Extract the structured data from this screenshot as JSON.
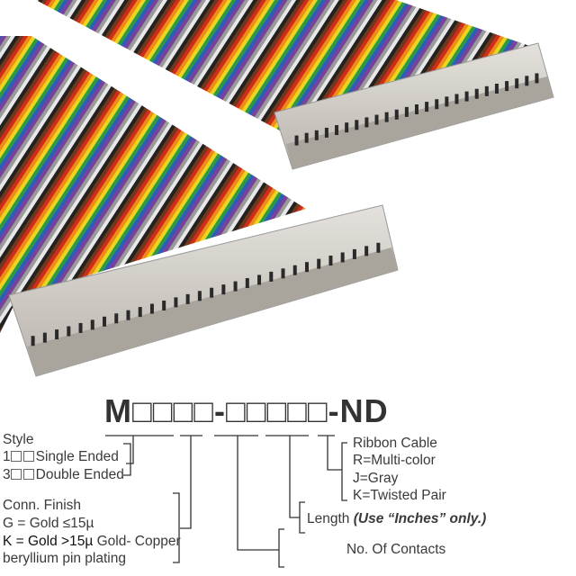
{
  "part_number": "M□□□□-□□□□□-ND",
  "style": {
    "label": "Style",
    "options": [
      {
        "code": "1",
        "text": "Single Ended"
      },
      {
        "code": "3",
        "text": "Double Ended"
      }
    ]
  },
  "conn_finish": {
    "label": "Conn. Finish",
    "g": "G = Gold ≤15µ",
    "k_prefix": "K = Gold >15µ",
    "k_rest": " Gold- Copper",
    "k_line2": "beryllium pin plating"
  },
  "no_of_contacts": "No. Of Contacts",
  "length": {
    "label": "Length ",
    "note": "(Use “Inches” only.)"
  },
  "ribbon": {
    "label": "Ribbon Cable",
    "options": [
      "R=Multi-color",
      "J=Gray",
      "K=Twisted Pair"
    ]
  },
  "colors": {
    "stripes": [
      "#6b3a1e",
      "#d12a1e",
      "#f08a1c",
      "#f2d21a",
      "#2f9a3a",
      "#2a5fb8",
      "#7b3fa0",
      "#9a9a9a",
      "#e8e8e8",
      "#222222"
    ],
    "connector": "#cfcbc4"
  }
}
